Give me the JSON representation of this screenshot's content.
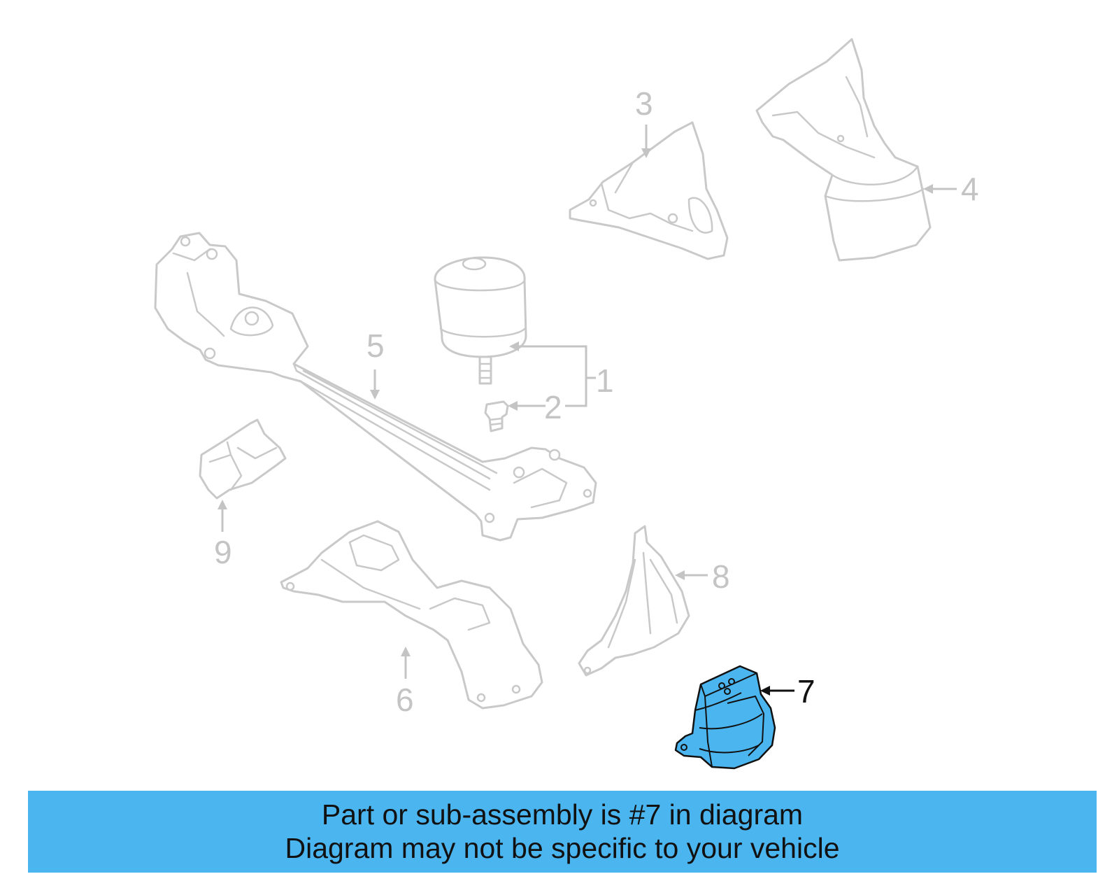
{
  "callouts": {
    "c1": "1",
    "c2": "2",
    "c3": "3",
    "c4": "4",
    "c5": "5",
    "c6": "6",
    "c7": "7",
    "c8": "8",
    "c9": "9"
  },
  "banner": {
    "line1": "Part or sub-assembly is #7 in diagram",
    "line2": "Diagram may not be specific to your vehicle"
  },
  "colors": {
    "highlight": "#4bb5f0",
    "banner_background": "#4bb5f0",
    "inactive_lines": "#c4c4c4",
    "active_lines": "#111111"
  }
}
